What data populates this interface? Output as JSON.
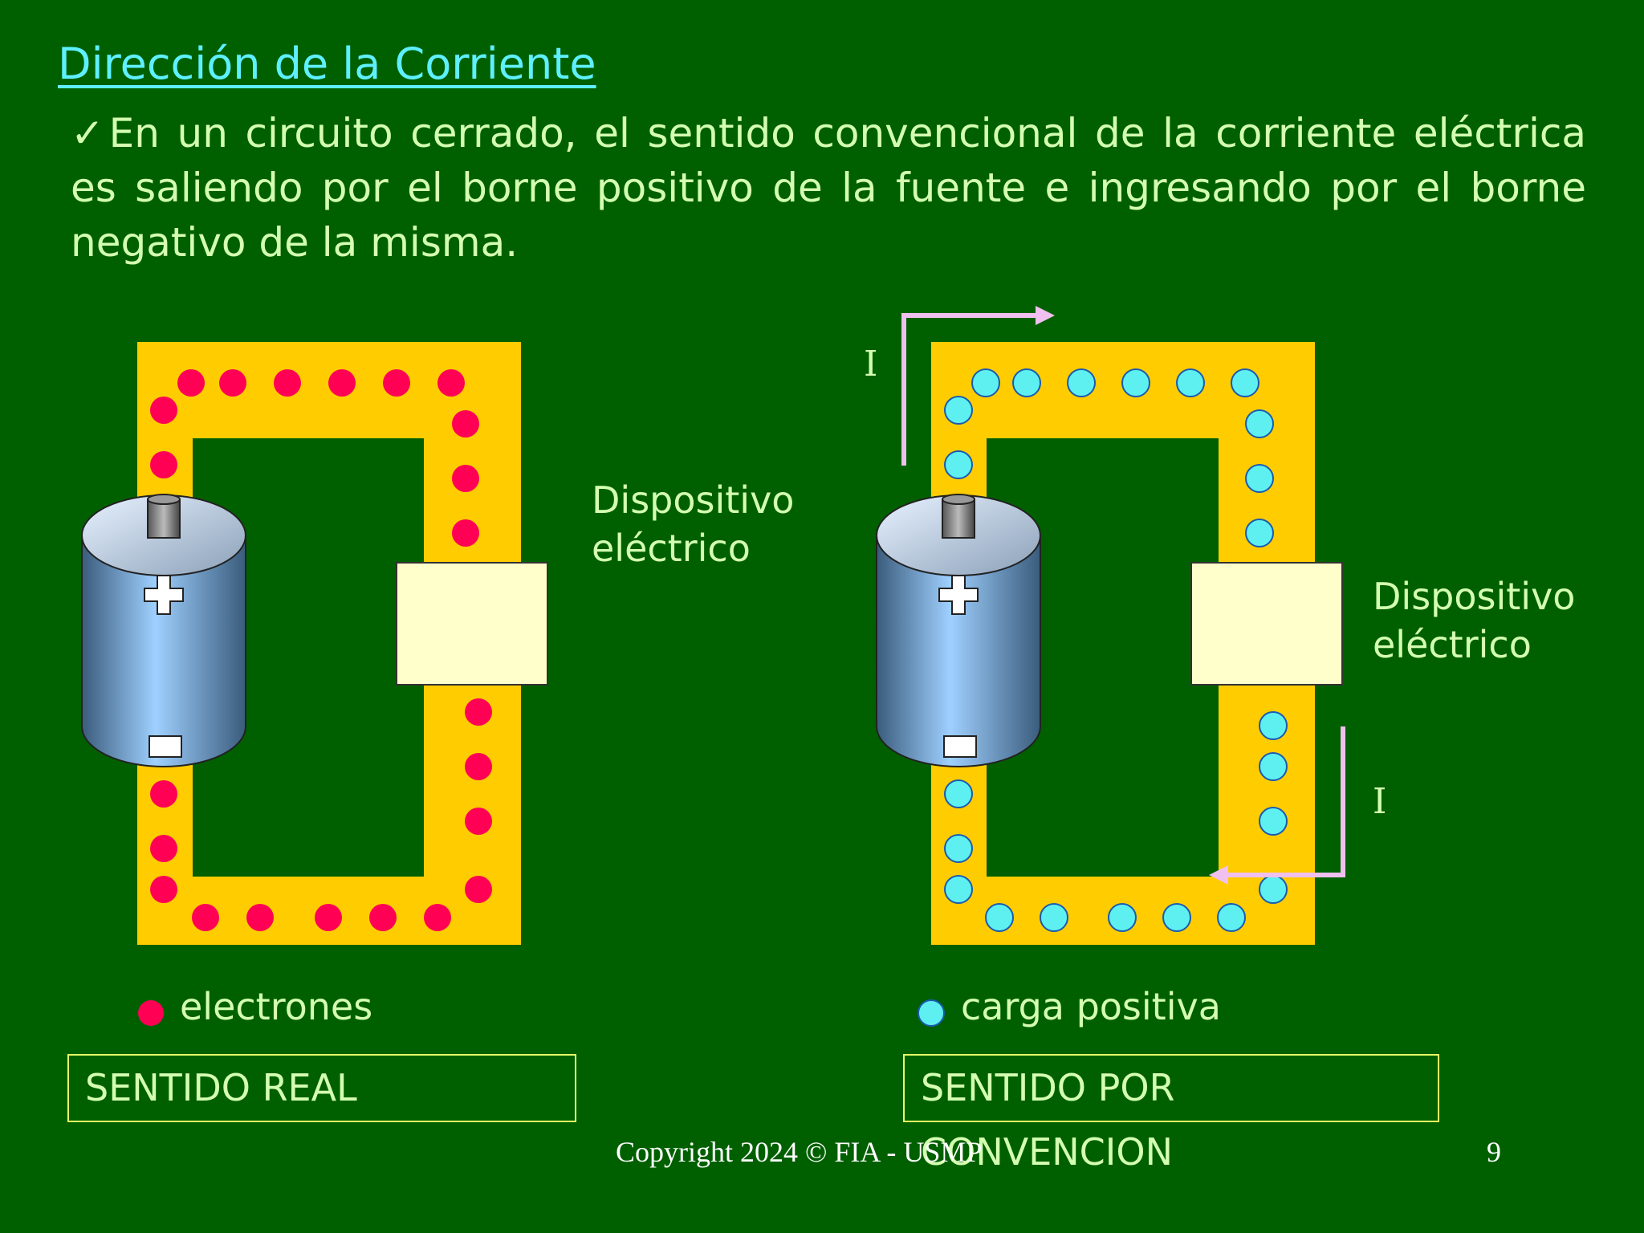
{
  "title": "Dirección de la Corriente",
  "bullet": {
    "mark": "✓",
    "text": "En un circuito cerrado, el sentido convencional de la corriente eléctrica es saliendo por el borne positivo de la fuente e ingresando por el borne negativo de la misma."
  },
  "left_diagram": {
    "device_label_line1": "Dispositivo",
    "device_label_line2": "eléctrico",
    "legend_label": "electrones",
    "box_label": "SENTIDO REAL",
    "dot_color": "#ff0055"
  },
  "right_diagram": {
    "device_label_line1": "Dispositivo",
    "device_label_line2": "eléctrico",
    "current_label_top": "I",
    "current_label_bottom": "I",
    "legend_label": "carga positiva",
    "box_label": "SENTIDO POR CONVENCION",
    "dot_color": "#5ef0f0"
  },
  "colors": {
    "background": "#006000",
    "wire": "#ffcc00",
    "device": "#ffffcc",
    "arrow": "#f0c0f0",
    "title": "#5ef0ff",
    "text": "#d4ffb0"
  },
  "footer": {
    "copyright": "Copyright 2024  © FIA - USMP",
    "page_number": "9"
  }
}
